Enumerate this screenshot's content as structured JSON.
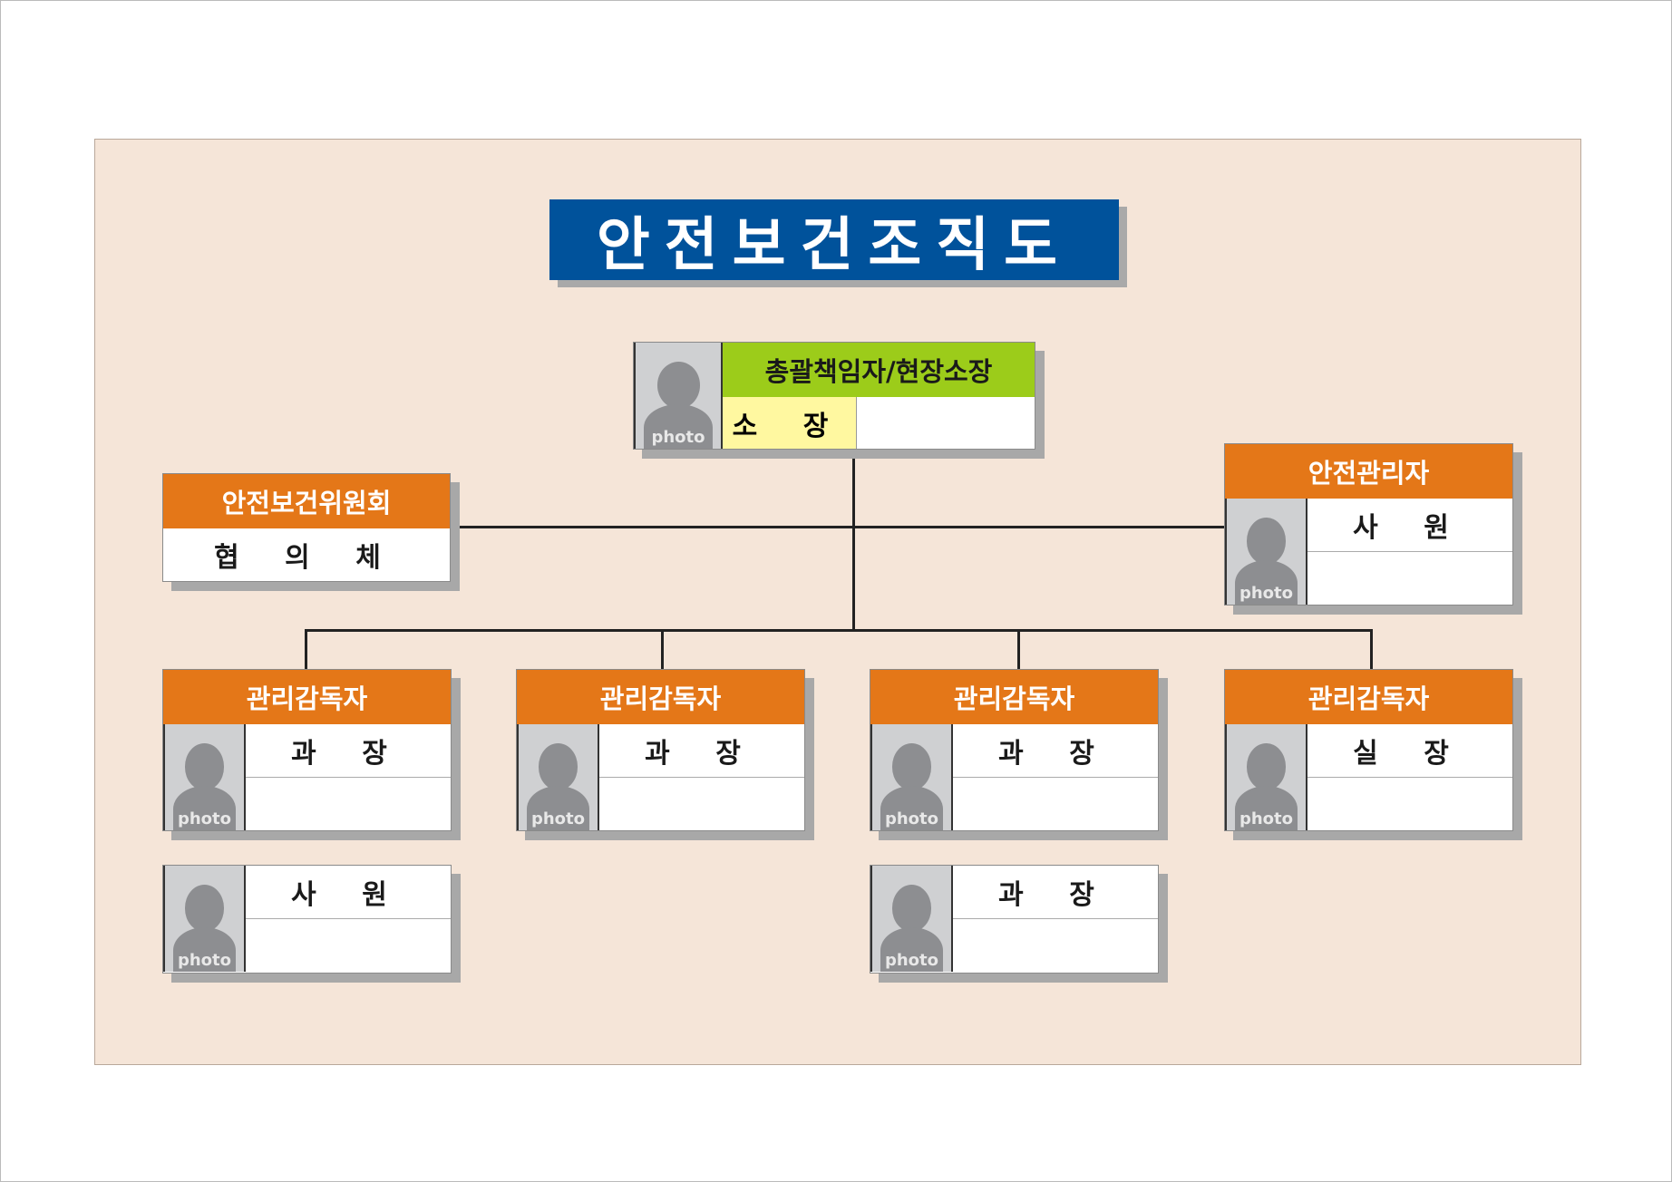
{
  "title": "안전보건조직도",
  "photo_label": "photo",
  "top": {
    "header": "총괄책임자/현장소장",
    "role": "소 장"
  },
  "committee": {
    "header": "안전보건위원회",
    "role": "협 의 체"
  },
  "safety_manager": {
    "header": "안전관리자",
    "role": "사 원"
  },
  "supervisors": [
    {
      "header": "관리감독자",
      "role": "과 장",
      "sub_role": "사 원"
    },
    {
      "header": "관리감독자",
      "role": "과 장"
    },
    {
      "header": "관리감독자",
      "role": "과 장",
      "sub_role": "과 장"
    },
    {
      "header": "관리감독자",
      "role": "실 장"
    }
  ],
  "colors": {
    "title_bg": "#00529b",
    "header_orange": "#e47718",
    "header_green": "#9ccc1a",
    "role_yellow": "#fff8a0",
    "panel_bg": "#f5e5d8"
  }
}
